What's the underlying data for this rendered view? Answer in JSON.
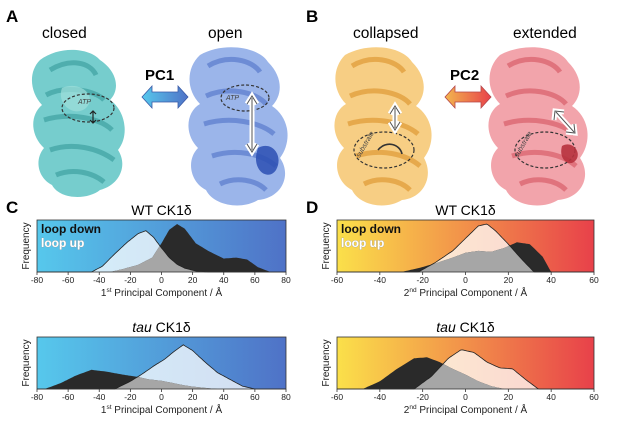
{
  "panels": {
    "A": {
      "letter": "A",
      "left_label": "closed",
      "right_label": "open",
      "pc_label": "PC1",
      "atp_left": "ATP",
      "atp_right": "ATP"
    },
    "B": {
      "letter": "B",
      "left_label": "collapsed",
      "right_label": "extended",
      "pc_label": "PC2",
      "substrate_left": "substrate",
      "substrate_right": "substrate"
    },
    "C": {
      "letter": "C"
    },
    "D": {
      "letter": "D"
    }
  },
  "colors": {
    "teal": "#5ec4c4",
    "blue": "#4f72c7",
    "orange": "#f2b64e",
    "salmon": "#e8707c",
    "loop_down": "#2a2a2a",
    "loop_up_over_gradient": "#ffffff",
    "overlap": "#a6a6a6"
  },
  "chart_data": [
    {
      "id": "C-top",
      "type": "area",
      "title_prefix": "WT",
      "title_main": "CK1δ",
      "ylabel": "Frequency",
      "xlabel_pre": "1",
      "xlabel_sup": "st",
      "xlabel_post": " Principal Component / Å",
      "xlim": [
        -80,
        80
      ],
      "xticks": [
        -80,
        -60,
        -40,
        -20,
        0,
        20,
        40,
        60,
        80
      ],
      "gradient": [
        "#56c8ec",
        "#4f72c7"
      ],
      "legend": [
        "loop down",
        "loop up"
      ],
      "series": [
        {
          "name": "loop down",
          "x": [
            -33,
            -25,
            -15,
            -6,
            0,
            5,
            10,
            15,
            22,
            30,
            40,
            48,
            55,
            62,
            70
          ],
          "y": [
            0,
            0.06,
            0.15,
            0.3,
            0.6,
            0.88,
            1.0,
            0.9,
            0.6,
            0.44,
            0.28,
            0.3,
            0.26,
            0.1,
            0
          ]
        },
        {
          "name": "loop up",
          "x": [
            -45,
            -38,
            -30,
            -22,
            -15,
            -10,
            -5,
            0,
            5,
            10,
            15,
            22,
            30
          ],
          "y": [
            0,
            0.12,
            0.38,
            0.62,
            0.8,
            0.86,
            0.72,
            0.5,
            0.3,
            0.16,
            0.08,
            0.02,
            0
          ]
        }
      ]
    },
    {
      "id": "C-bottom",
      "type": "area",
      "title_prefix": "tau",
      "title_main": "CK1δ",
      "ylabel": "Frequency",
      "xlabel_pre": "1",
      "xlabel_sup": "st",
      "xlabel_post": " Principal Component / Å",
      "xlim": [
        -80,
        80
      ],
      "xticks": [
        -80,
        -60,
        -40,
        -20,
        0,
        20,
        40,
        60,
        80
      ],
      "gradient": [
        "#56c8ec",
        "#4f72c7"
      ],
      "legend": [],
      "series": [
        {
          "name": "loop down",
          "x": [
            -75,
            -65,
            -55,
            -45,
            -35,
            -25,
            -15,
            -8,
            0,
            8,
            14,
            20,
            26,
            32,
            36
          ],
          "y": [
            0,
            0.12,
            0.28,
            0.4,
            0.36,
            0.3,
            0.25,
            0.2,
            0.17,
            0.12,
            0.08,
            0.05,
            0.03,
            0.01,
            0
          ]
        },
        {
          "name": "loop up",
          "x": [
            -30,
            -20,
            -12,
            -5,
            2,
            8,
            14,
            20,
            28,
            36,
            44,
            52,
            60
          ],
          "y": [
            0,
            0.16,
            0.32,
            0.48,
            0.62,
            0.78,
            0.92,
            0.8,
            0.56,
            0.34,
            0.2,
            0.06,
            0
          ]
        }
      ]
    },
    {
      "id": "D-top",
      "type": "area",
      "title_prefix": "WT",
      "title_main": "CK1δ",
      "ylabel": "Frequency",
      "xlabel_pre": "2",
      "xlabel_sup": "nd",
      "xlabel_post": " Principal Component / Å",
      "xlim": [
        -60,
        60
      ],
      "xticks": [
        -60,
        -40,
        -20,
        0,
        20,
        40,
        60
      ],
      "gradient": [
        "#fbe04a",
        "#e8414a"
      ],
      "legend": [
        "loop down",
        "loop up"
      ],
      "series": [
        {
          "name": "loop down",
          "x": [
            -30,
            -22,
            -14,
            -6,
            0,
            6,
            12,
            18,
            24,
            30,
            36,
            40
          ],
          "y": [
            0,
            0.08,
            0.18,
            0.3,
            0.4,
            0.44,
            0.42,
            0.5,
            0.62,
            0.58,
            0.32,
            0
          ]
        },
        {
          "name": "loop up",
          "x": [
            -22,
            -14,
            -6,
            0,
            6,
            10,
            14,
            20,
            26,
            32
          ],
          "y": [
            0,
            0.2,
            0.44,
            0.7,
            0.96,
            1.0,
            0.86,
            0.58,
            0.28,
            0
          ]
        }
      ]
    },
    {
      "id": "D-bottom",
      "type": "area",
      "title_prefix": "tau",
      "title_main": "CK1δ",
      "ylabel": "Frequency",
      "xlabel_pre": "2",
      "xlabel_sup": "nd",
      "xlabel_post": " Principal Component / Å",
      "xlim": [
        -60,
        60
      ],
      "xticks": [
        -60,
        -40,
        -20,
        0,
        20,
        40,
        60
      ],
      "gradient": [
        "#fbe04a",
        "#e8414a"
      ],
      "legend": [],
      "series": [
        {
          "name": "loop down",
          "x": [
            -48,
            -40,
            -32,
            -24,
            -18,
            -12,
            -6,
            0,
            6,
            12,
            18
          ],
          "y": [
            0,
            0.16,
            0.42,
            0.64,
            0.66,
            0.56,
            0.42,
            0.3,
            0.16,
            0.06,
            0
          ]
        },
        {
          "name": "loop up",
          "x": [
            -24,
            -16,
            -8,
            -2,
            4,
            10,
            16,
            22,
            28,
            34
          ],
          "y": [
            0,
            0.26,
            0.64,
            0.82,
            0.76,
            0.56,
            0.44,
            0.42,
            0.2,
            0
          ]
        }
      ]
    }
  ]
}
